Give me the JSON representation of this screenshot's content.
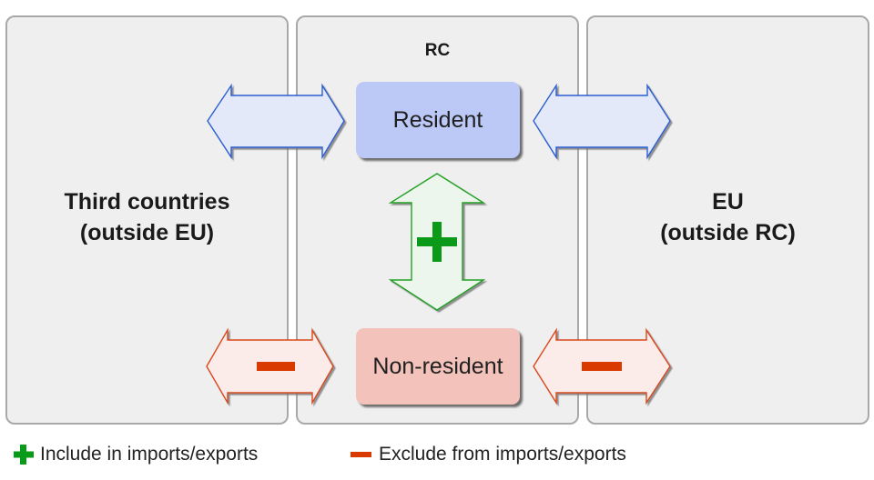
{
  "panels": {
    "left": {
      "title_line1": "Third countries",
      "title_line2": "(outside EU)"
    },
    "middle": {
      "title": "RC"
    },
    "right": {
      "title_line1": "EU",
      "title_line2": "(outside RC)"
    }
  },
  "nodes": {
    "resident": {
      "label": "Resident",
      "color": "#bcc8f6"
    },
    "non_resident": {
      "label": "Non-resident",
      "color": "#f3c3bb"
    }
  },
  "arrows": {
    "resident_to_third_countries": {
      "meaning": "neutral",
      "stroke": "#2b5fd1",
      "fill": "#e3e9f8"
    },
    "resident_to_eu": {
      "meaning": "neutral",
      "stroke": "#2b5fd1",
      "fill": "#e3e9f8"
    },
    "resident_non_resident": {
      "meaning": "include",
      "symbol": "+",
      "stroke": "#20a020",
      "fill": "#ecf6ec"
    },
    "non_resident_to_third_countries": {
      "meaning": "exclude",
      "symbol": "−",
      "stroke": "#d8481a",
      "fill": "#fbecea"
    },
    "non_resident_to_eu": {
      "meaning": "exclude",
      "symbol": "−",
      "stroke": "#d8481a",
      "fill": "#fbecea"
    }
  },
  "colors": {
    "include": "#0a9a1a",
    "exclude": "#d83a00"
  },
  "legend": {
    "include": {
      "icon": "plus-icon",
      "label": "Include in imports/exports"
    },
    "exclude": {
      "icon": "minus-icon",
      "label": "Exclude from imports/exports"
    }
  }
}
